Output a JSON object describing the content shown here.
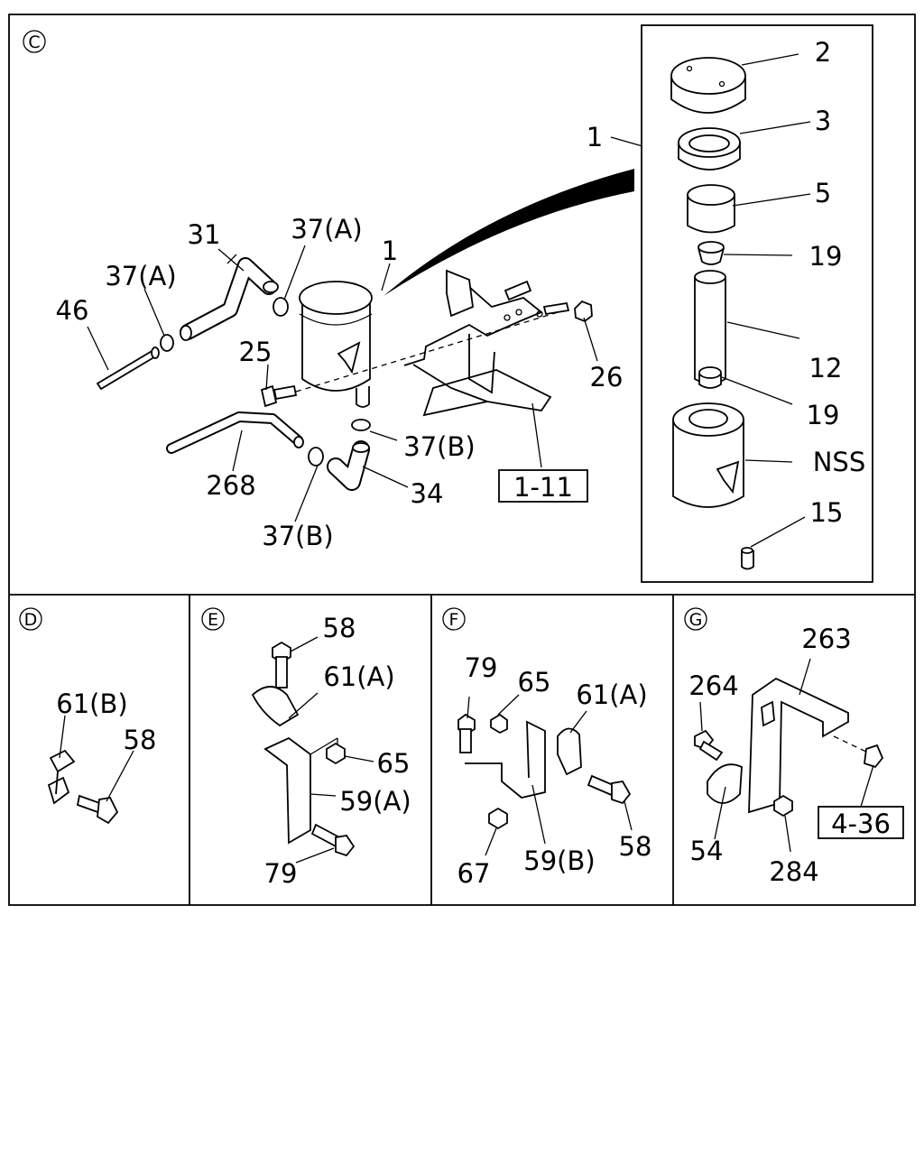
{
  "sections": {
    "c": {
      "letter": "C"
    },
    "d": {
      "letter": "D"
    },
    "e": {
      "letter": "E"
    },
    "f": {
      "letter": "F"
    },
    "g": {
      "letter": "G"
    }
  },
  "refs": {
    "r1_11": "1-11",
    "r4_36": "4-36"
  },
  "labels": {
    "c_1_inset": "1",
    "c_2": "2",
    "c_3": "3",
    "c_5": "5",
    "c_19a": "19",
    "c_12": "12",
    "c_19b": "19",
    "c_nss": "NSS",
    "c_15": "15",
    "c_1": "1",
    "c_31": "31",
    "c_37a_top": "37(A)",
    "c_37a_left": "37(A)",
    "c_46": "46",
    "c_25": "25",
    "c_26": "26",
    "c_37b_right": "37(B)",
    "c_268": "268",
    "c_34": "34",
    "c_37b_bottom": "37(B)",
    "d_61b": "61(B)",
    "d_58": "58",
    "e_58": "58",
    "e_61a": "61(A)",
    "e_65": "65",
    "e_59a": "59(A)",
    "e_79": "79",
    "f_79": "79",
    "f_65": "65",
    "f_61a": "61(A)",
    "f_58": "58",
    "f_67": "67",
    "f_59b": "59(B)",
    "g_263": "263",
    "g_264": "264",
    "g_54": "54",
    "g_284": "284"
  }
}
